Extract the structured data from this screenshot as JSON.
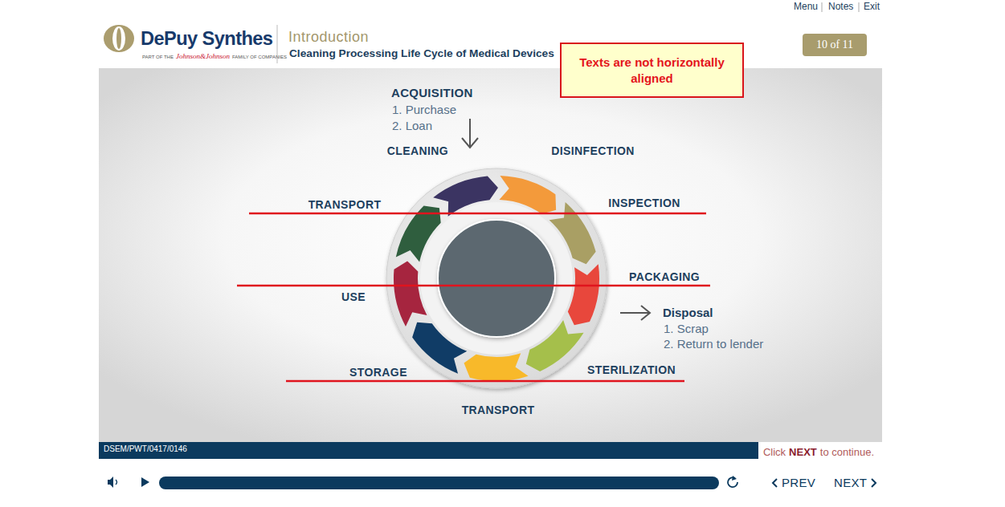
{
  "diagram": {
    "title": "Introduction",
    "nodes": [
      {
        "text": [
          "Texts are not horizontally aligned"
        ]
      },
      {
        "text": [
          "10 of 11"
        ]
      },
      {
        "text": [
          "DSEM/PWT/0417/0146"
        ]
      }
    ],
    "labels": [
      "Menu",
      "Notes",
      "Exit",
      "DePuy Synthes",
      "PART OF THE",
      "Johnson&Johnson",
      "FAMILY OF COMPANIES",
      "Cleaning Processing Life Cycle of Medical Devices",
      "ACQUISITION",
      "1. Purchase",
      "2. Loan",
      "CLEANING",
      "DISINFECTION",
      "TRANSPORT",
      "INSPECTION",
      "PACKAGING",
      "USE",
      "Disposal",
      "1. Scrap",
      "2. Return to lender",
      "STORAGE",
      "STERILIZATION",
      "TRANSPORT",
      "Click",
      "NEXT",
      "to continue.",
      "PREV",
      "NEXT"
    ]
  }
}
